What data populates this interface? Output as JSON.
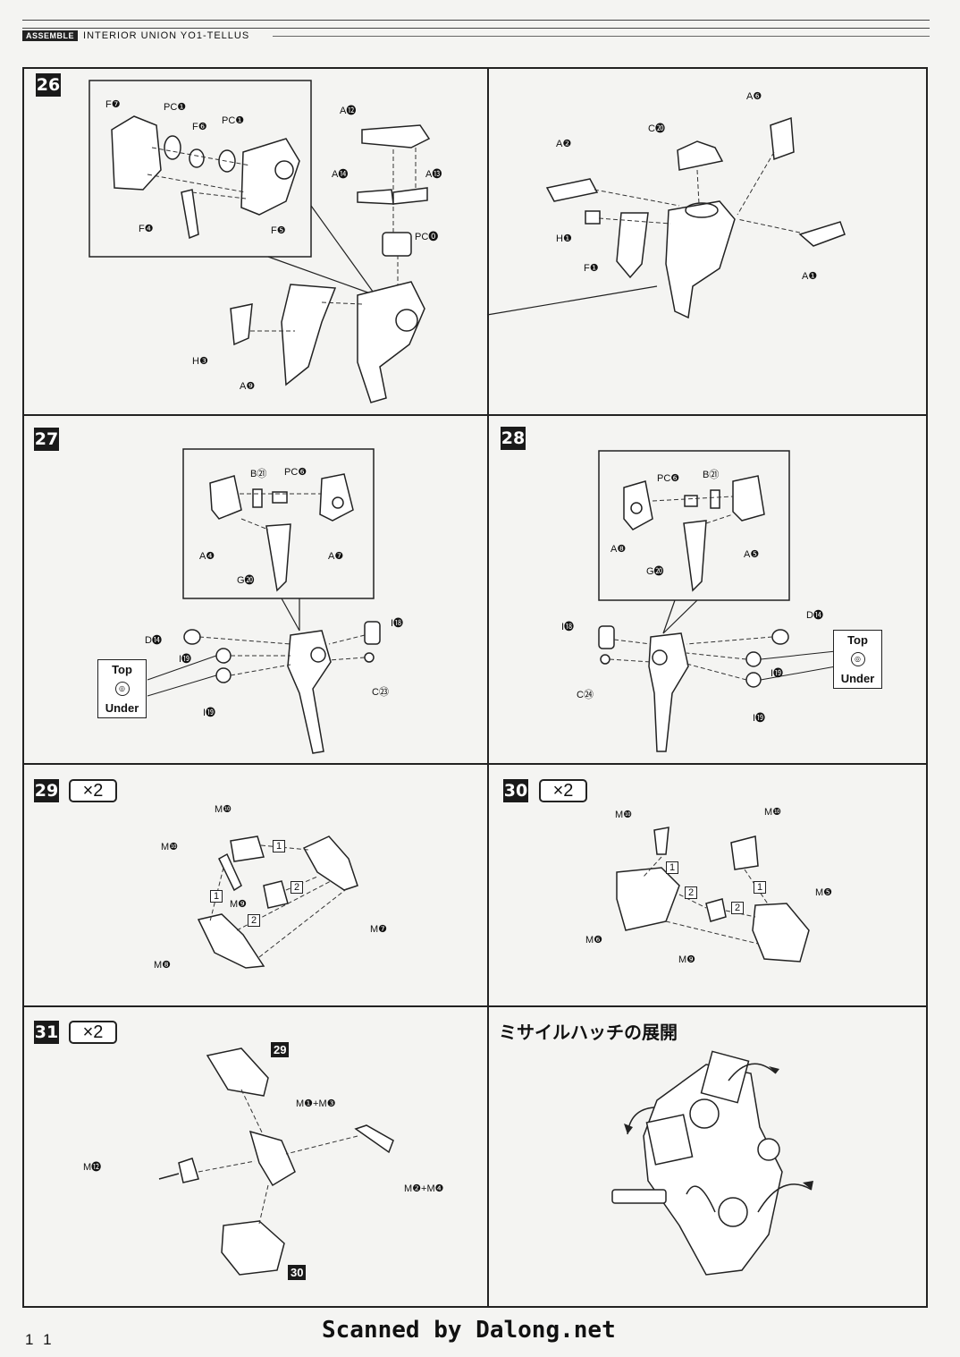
{
  "header": {
    "tag": "ASSEMBLE",
    "title": "INTERIOR UNION YO1-TELLUS"
  },
  "steps": {
    "s26": {
      "num": "26",
      "labels": [
        "F❼",
        "PC❶",
        "F❻",
        "PC❶",
        "F❹",
        "F❺",
        "A⓬",
        "A⓮",
        "A⓭",
        "PC⓿",
        "H❸",
        "A❾",
        "A❻",
        "C⓴",
        "A❷",
        "H❶",
        "F❶",
        "A❶"
      ]
    },
    "s27": {
      "num": "27",
      "labels": [
        "B㉑",
        "PC❻",
        "A❹",
        "A❼",
        "G⓴",
        "D⓮",
        "I⓲",
        "I⓳",
        "I⓳",
        "C㉓"
      ]
    },
    "s28": {
      "num": "28",
      "labels": [
        "PC❻",
        "B㉑",
        "A❽",
        "G⓴",
        "A❺",
        "D⓮",
        "I⓲",
        "I⓳",
        "I⓳",
        "C㉔"
      ]
    },
    "s29": {
      "num": "29",
      "qty": "×2",
      "labels": [
        "M❿",
        "M❿",
        "M❾",
        "M❼",
        "M❽",
        "1",
        "1",
        "2",
        "2"
      ]
    },
    "s30": {
      "num": "30",
      "qty": "×2",
      "labels": [
        "M❿",
        "M❿",
        "M❺",
        "M❻",
        "M❾",
        "1",
        "1",
        "2",
        "2"
      ]
    },
    "s31": {
      "num": "31",
      "qty": "×2",
      "labels": [
        "M❶+M❸",
        "M⓬",
        "M❷+M❹"
      ],
      "refs": [
        "29",
        "30"
      ]
    }
  },
  "top_under": {
    "top": "Top",
    "under": "Under"
  },
  "hatch_title": "ミサイルハッチの展開",
  "page_number": "1 1",
  "credit": "Scanned by Dalong.net"
}
